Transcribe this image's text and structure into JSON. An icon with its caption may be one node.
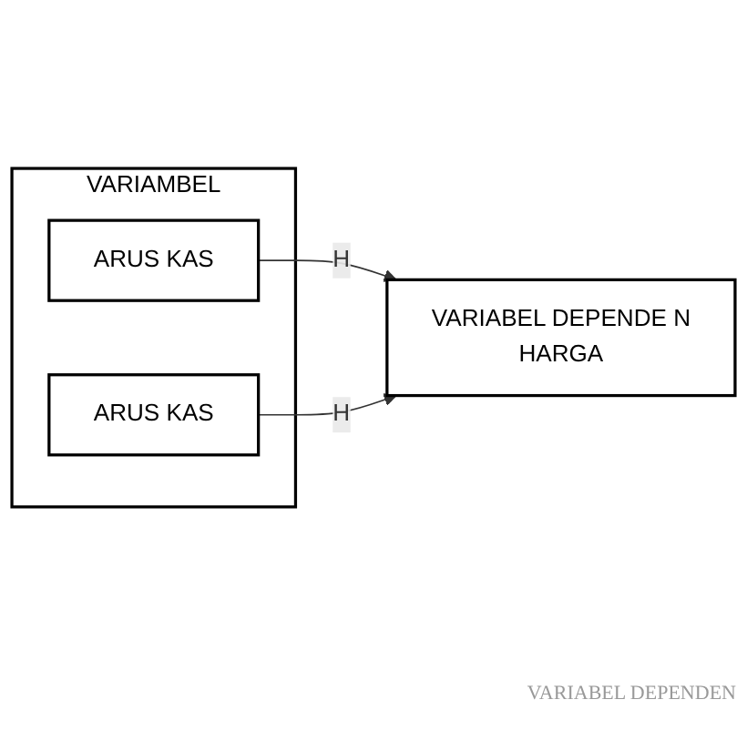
{
  "diagram": {
    "nodes": [
      {
        "text": [
          "VARIAMBEL"
        ]
      },
      {
        "text": [
          "ARUS KAS"
        ],
        "in": 0
      },
      {
        "text": [
          "ARUS KAS"
        ],
        "in": 0
      },
      {
        "text": [
          "VARIABEL DEPENDE N",
          "HARGA"
        ]
      }
    ],
    "edges": [
      {
        "from": 1,
        "to": 3,
        "arrow": "to",
        "label": "H"
      },
      {
        "from": 2,
        "to": 3,
        "arrow": "to",
        "label": "H"
      }
    ],
    "labels": [
      "VARIABEL DEPENDEN"
    ]
  }
}
